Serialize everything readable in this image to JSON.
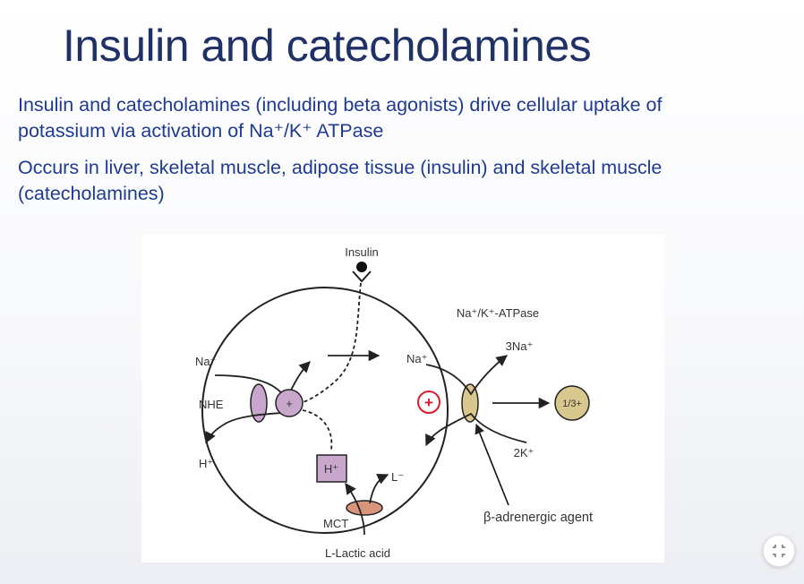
{
  "slide": {
    "title": "Insulin and catecholamines",
    "bullet1_line1": "Insulin and catecholamines (including beta agonists) drive cellular uptake of",
    "bullet1_line2": "potassium via activation of Na⁺/K⁺ ATPase",
    "bullet2_line1": "Occurs in liver, skeletal muscle, adipose tissue (insulin) and skeletal muscle",
    "bullet2_line2": "(catecholamines)"
  },
  "diagram": {
    "insulin": "Insulin",
    "na_k_atpase": "Na⁺/K⁺-ATPase",
    "three_na": "3Na⁺",
    "two_k": "2K⁺",
    "ratio": "1/3+",
    "na_left": "Na⁺",
    "na_inside": "Na⁺",
    "nhe": "NHE",
    "h_left": "H⁺",
    "plus_sign": "+",
    "h_box": "H⁺",
    "lactate": "L⁻",
    "mct": "MCT",
    "lactic_acid": "L-Lactic acid",
    "beta_agent": "β-adrenergic agent",
    "stimulation_mark": "+"
  },
  "colors": {
    "title": "#1f3166",
    "body_text": "#1f3a93",
    "nhe_fill": "#c9a7cc",
    "atpase_fill": "#d9c88e",
    "ratio_fill": "#d9c88e",
    "mct_fill": "#d9957b",
    "stimulation": "#e3192b"
  }
}
